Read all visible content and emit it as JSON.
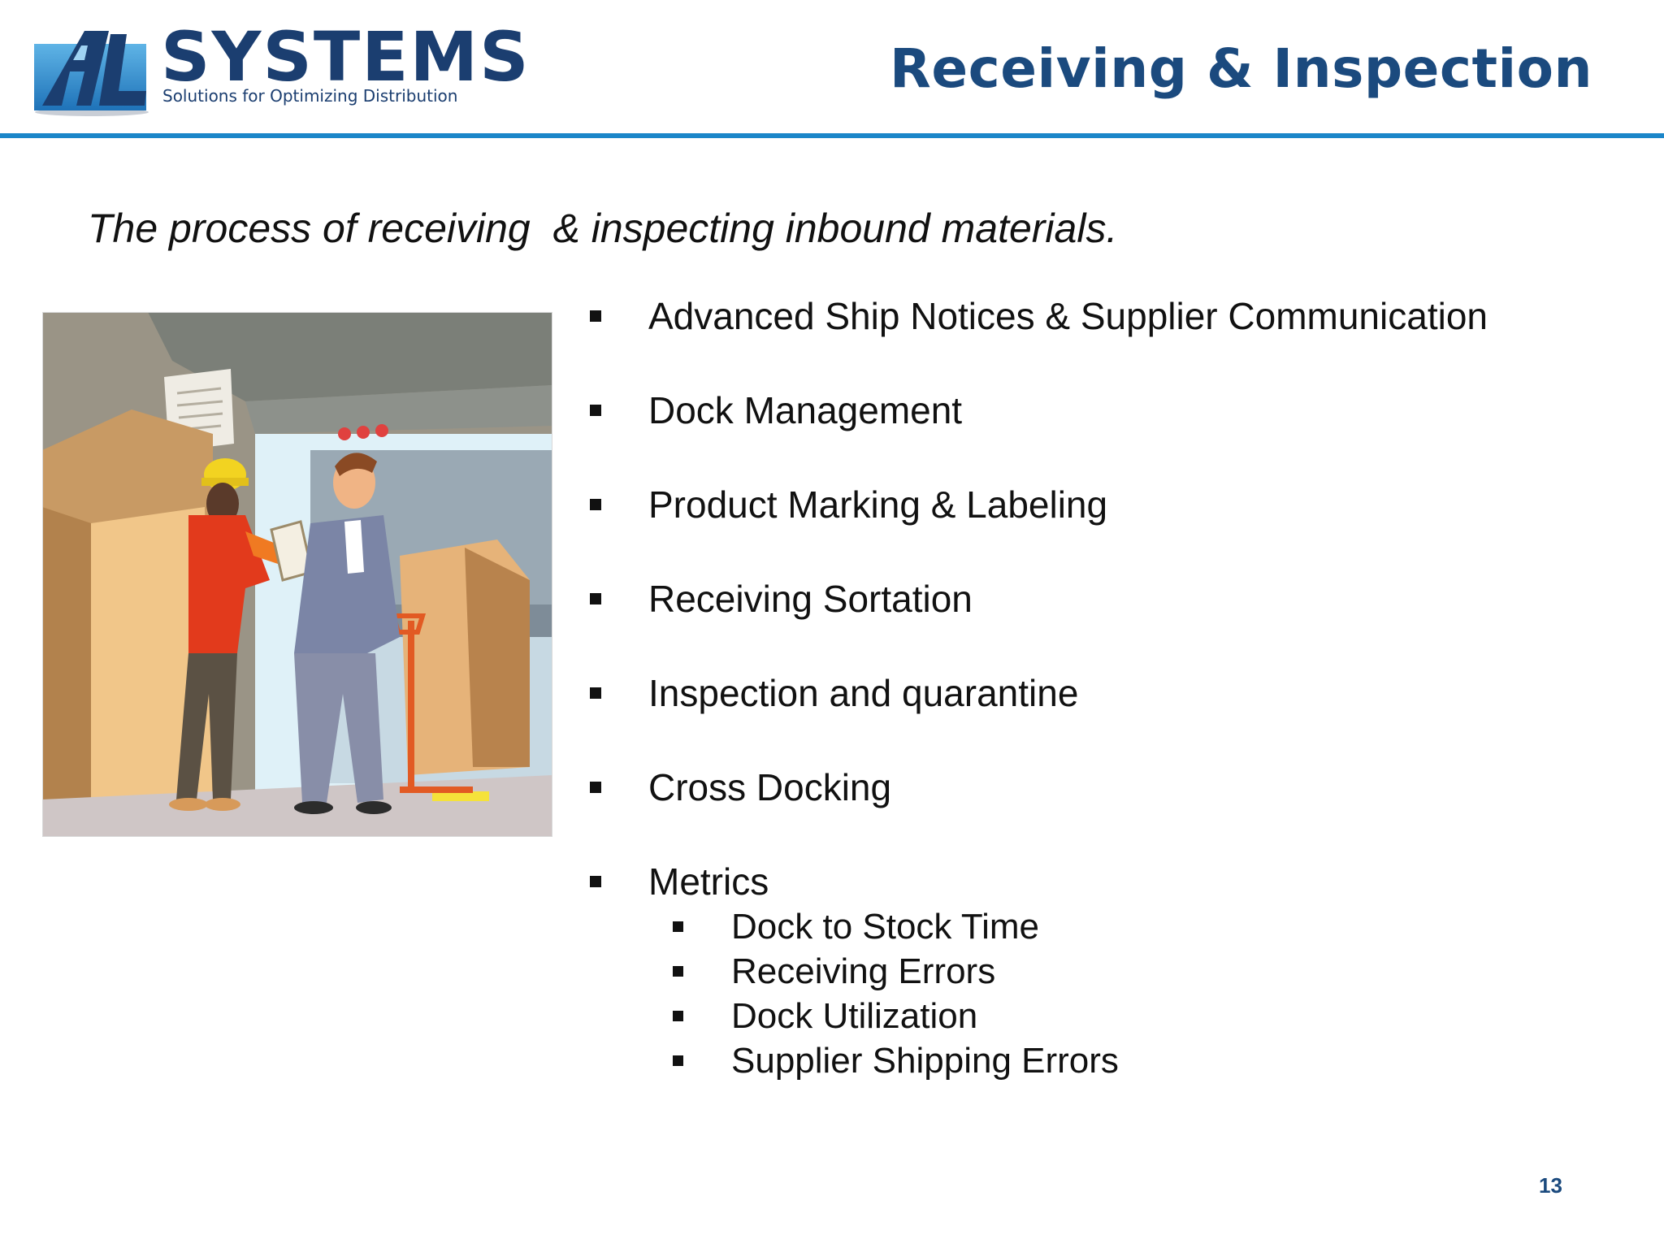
{
  "header": {
    "logo": {
      "mark_text": "AL",
      "wordmark": "SYSTEMS",
      "tagline": "Solutions for Optimizing Distribution"
    },
    "title": "Receiving & Inspection",
    "rule_color": "#1b86c9"
  },
  "subtitle": "The process of receiving  & inspecting inbound materials.",
  "illustration": {
    "icon": "warehouse-receiving-clipart"
  },
  "bullets": [
    {
      "label": "Advanced Ship Notices & Supplier Communication"
    },
    {
      "label": "Dock Management"
    },
    {
      "label": "Product Marking & Labeling"
    },
    {
      "label": "Receiving Sortation"
    },
    {
      "label": "Inspection and quarantine"
    },
    {
      "label": "Cross Docking"
    },
    {
      "label": "Metrics"
    }
  ],
  "metrics_sub_bullets": [
    {
      "label": "Dock to Stock Time"
    },
    {
      "label": "Receiving Errors"
    },
    {
      "label": "Dock Utilization"
    },
    {
      "label": "Supplier Shipping Errors"
    }
  ],
  "page_number": "13",
  "colors": {
    "title": "#1b4a7e",
    "accent": "#1b86c9",
    "text": "#111111"
  }
}
